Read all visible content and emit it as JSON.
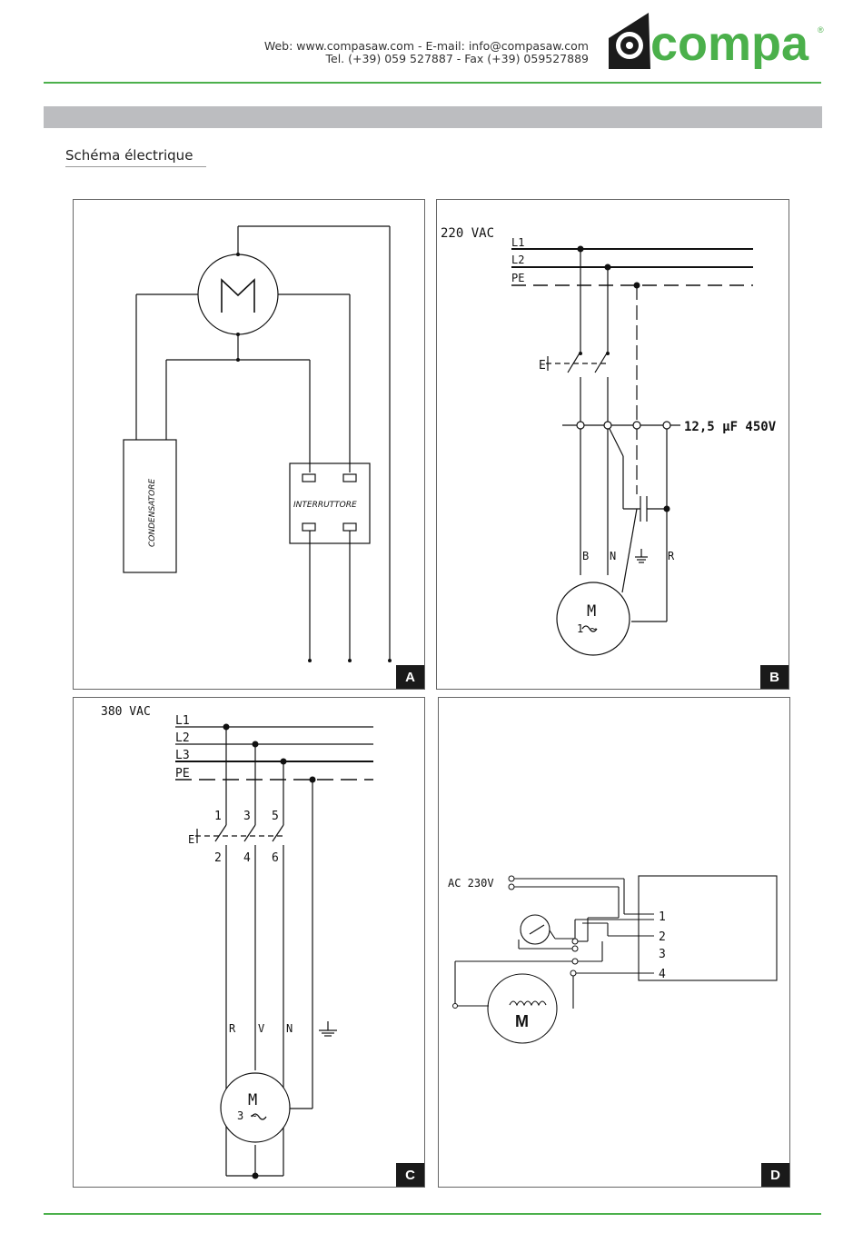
{
  "header": {
    "contact_line1": "Web: www.compasaw.com - E-mail: info@compasaw.com",
    "contact_line2": "Tel. (+39) 059 527887 - Fax (+39) 059527889",
    "logo_text": "compa",
    "logo_mark": "®",
    "brand_color": "#4bb04b"
  },
  "section": {
    "title": "Schéma électrique"
  },
  "panels": {
    "a": {
      "badge": "A",
      "labels": {
        "capacitor": "CONDENSATORE",
        "switch": "INTERRUTTORE"
      }
    },
    "b": {
      "badge": "B",
      "supply": "220 VAC",
      "lines": [
        "L1",
        "L2",
        "PE"
      ],
      "switch_label": "E",
      "capacitor": "12,5 µF 450V",
      "wires": [
        "B",
        "N",
        "R"
      ],
      "motor": [
        "M",
        "1 ~"
      ]
    },
    "c": {
      "badge": "C",
      "supply": "380 VAC",
      "lines": [
        "L1",
        "L2",
        "L3",
        "PE"
      ],
      "switch_label": "E",
      "contacts_top": [
        "1",
        "3",
        "5"
      ],
      "contacts_bottom": [
        "2",
        "4",
        "6"
      ],
      "wires": [
        "R",
        "V",
        "N"
      ],
      "motor": [
        "M",
        "3 ~"
      ]
    },
    "d": {
      "badge": "D",
      "supply": "AC 230V",
      "terminals": [
        "1",
        "2",
        "3",
        "4"
      ],
      "motor": "M"
    }
  }
}
